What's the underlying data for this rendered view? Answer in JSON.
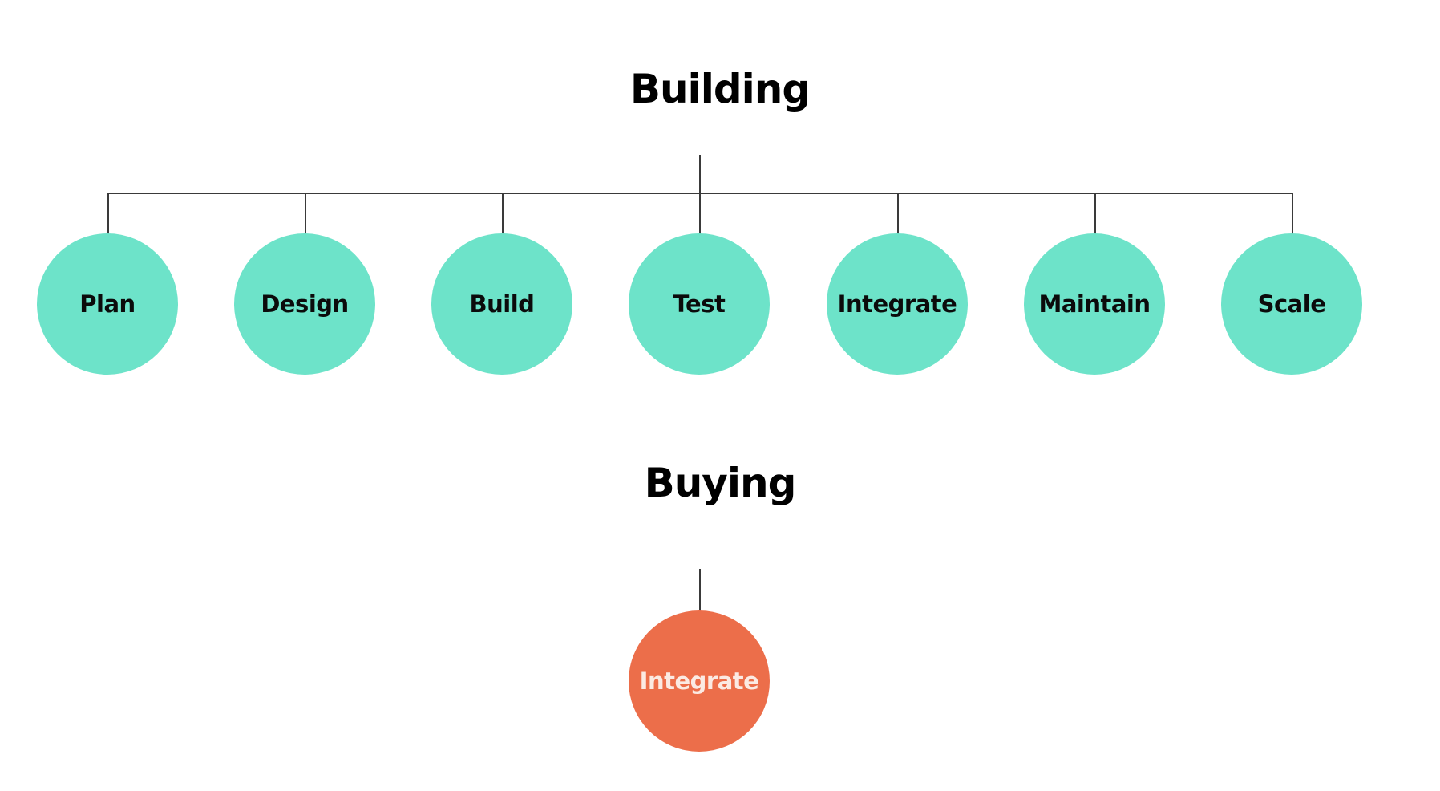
{
  "sections": {
    "building": {
      "title": "Building",
      "nodes": [
        {
          "label": "Plan"
        },
        {
          "label": "Design"
        },
        {
          "label": "Build"
        },
        {
          "label": "Test"
        },
        {
          "label": "Integrate"
        },
        {
          "label": "Maintain"
        },
        {
          "label": "Scale"
        }
      ]
    },
    "buying": {
      "title": "Buying",
      "nodes": [
        {
          "label": "Integrate"
        }
      ]
    }
  },
  "colors": {
    "building_node_fill": "#6DE3C9",
    "building_node_text": "#0B0B0B",
    "buying_node_fill": "#EC6E4A",
    "buying_node_text": "#FBEAE3",
    "connector": "#3A3A3A",
    "title_text": "#000000",
    "background": "#FFFFFF"
  }
}
